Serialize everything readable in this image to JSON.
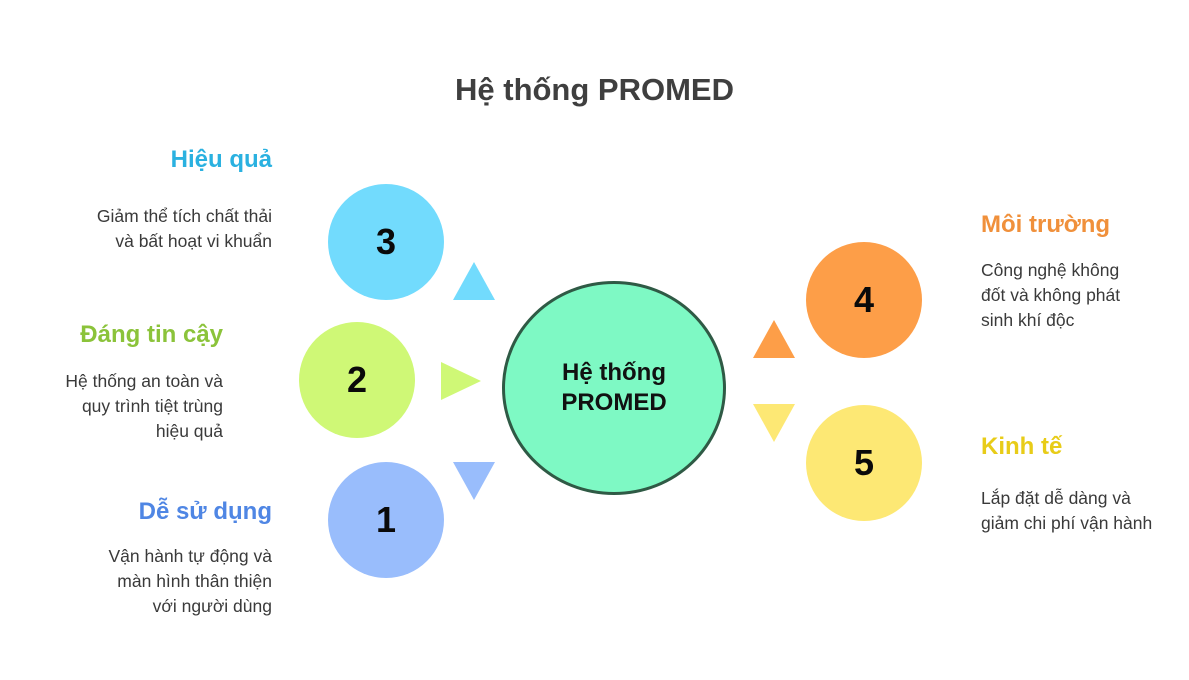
{
  "title": "Hệ thống PROMED",
  "center": {
    "lines": [
      "Hệ thống",
      "PROMED"
    ],
    "fill": "#7ef9c4",
    "stroke": "#2f5a45"
  },
  "items": [
    {
      "number": "3",
      "heading": "Hiệu quả",
      "desc_lines": [
        "Giảm thể tích chất thải",
        "và bất hoạt vi khuẩn"
      ],
      "color": "#72dbfd",
      "heading_color": "#2ab1e0",
      "pointer": "up"
    },
    {
      "number": "2",
      "heading": "Đáng tin cậy",
      "desc_lines": [
        "Hệ thống an toàn và",
        "quy trình tiệt trùng",
        "hiệu quả"
      ],
      "color": "#cff876",
      "heading_color": "#8bc33a",
      "pointer": "right"
    },
    {
      "number": "1",
      "heading": "Dễ sử dụng",
      "desc_lines": [
        "Vận hành tự động và",
        "màn hình thân thiện",
        "với người dùng"
      ],
      "color": "#99bdfc",
      "heading_color": "#4f86e4",
      "pointer": "down"
    },
    {
      "number": "4",
      "heading": "Môi trường",
      "desc_lines": [
        "Công nghệ không",
        "đốt và không phát",
        "sinh khí độc"
      ],
      "color": "#fd9e48",
      "heading_color": "#f0903b",
      "pointer": "up"
    },
    {
      "number": "5",
      "heading": "Kinh tế",
      "desc_lines": [
        "Lắp đặt dễ dàng và",
        "giảm chi phí vận hành"
      ],
      "color": "#fde874",
      "heading_color": "#e8cc18",
      "pointer": "down"
    }
  ]
}
